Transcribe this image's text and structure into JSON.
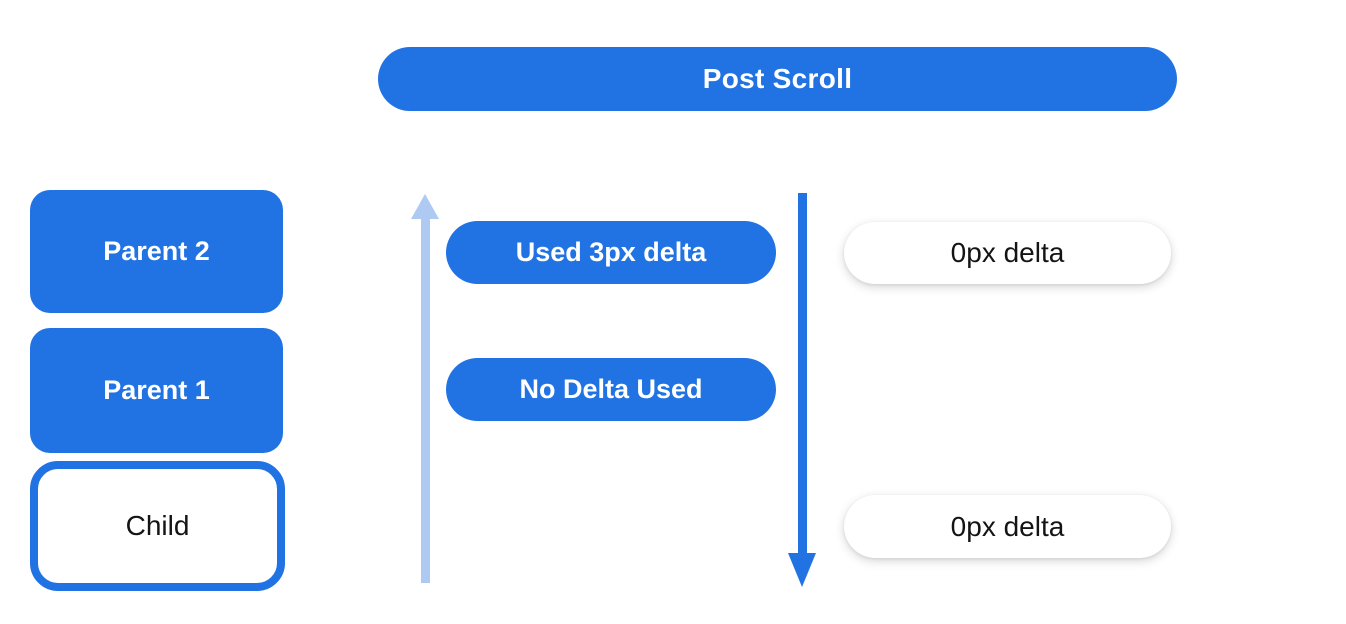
{
  "diagram": {
    "title": "Post Scroll",
    "left_column": {
      "parent2_label": "Parent 2",
      "parent1_label": "Parent 1",
      "child_label": "Child"
    },
    "middle_column": {
      "used_delta_label": "Used 3px delta",
      "no_delta_label": "No Delta Used"
    },
    "right_column": {
      "top_delta_label": "0px delta",
      "bottom_delta_label": "0px delta"
    },
    "icons": {
      "up_arrow": "up-arrow-icon",
      "down_arrow": "down-arrow-icon"
    },
    "colors": {
      "primary_blue": "#2173e4",
      "light_blue": "#aec9f2",
      "text_dark": "#141414",
      "background": "#ffffff"
    }
  }
}
